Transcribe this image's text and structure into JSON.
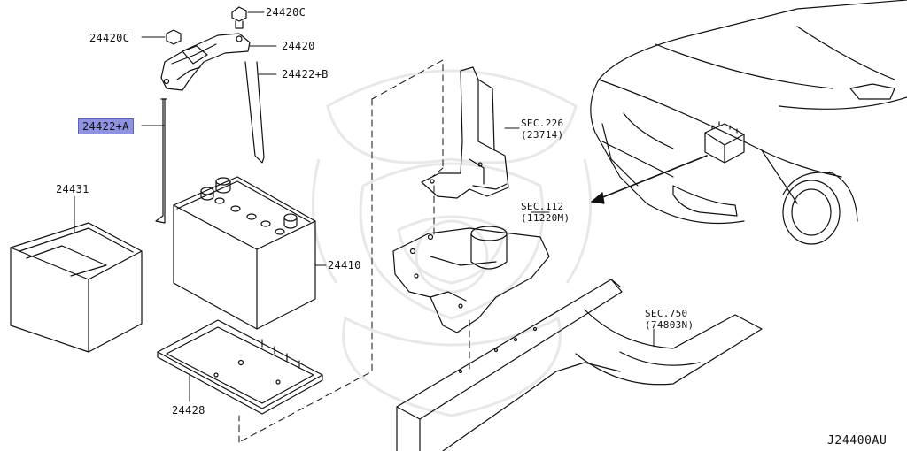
{
  "diagram": {
    "parts": {
      "p24420c_top": "24420C",
      "p24420c_left": "24420C",
      "p24420": "24420",
      "p24422b": "24422+B",
      "p24422a": "24422+A",
      "p24431": "24431",
      "p24410": "24410",
      "p24428": "24428"
    },
    "sections": {
      "sec226": "SEC.226",
      "sec226_code": "(23714)",
      "sec112": "SEC.112",
      "sec112_code": "(11220M)",
      "sec750": "SEC.750",
      "sec750_code": "(74803N)"
    },
    "reference_code": "J24400AU",
    "highlight_color": "#8e92e0"
  }
}
